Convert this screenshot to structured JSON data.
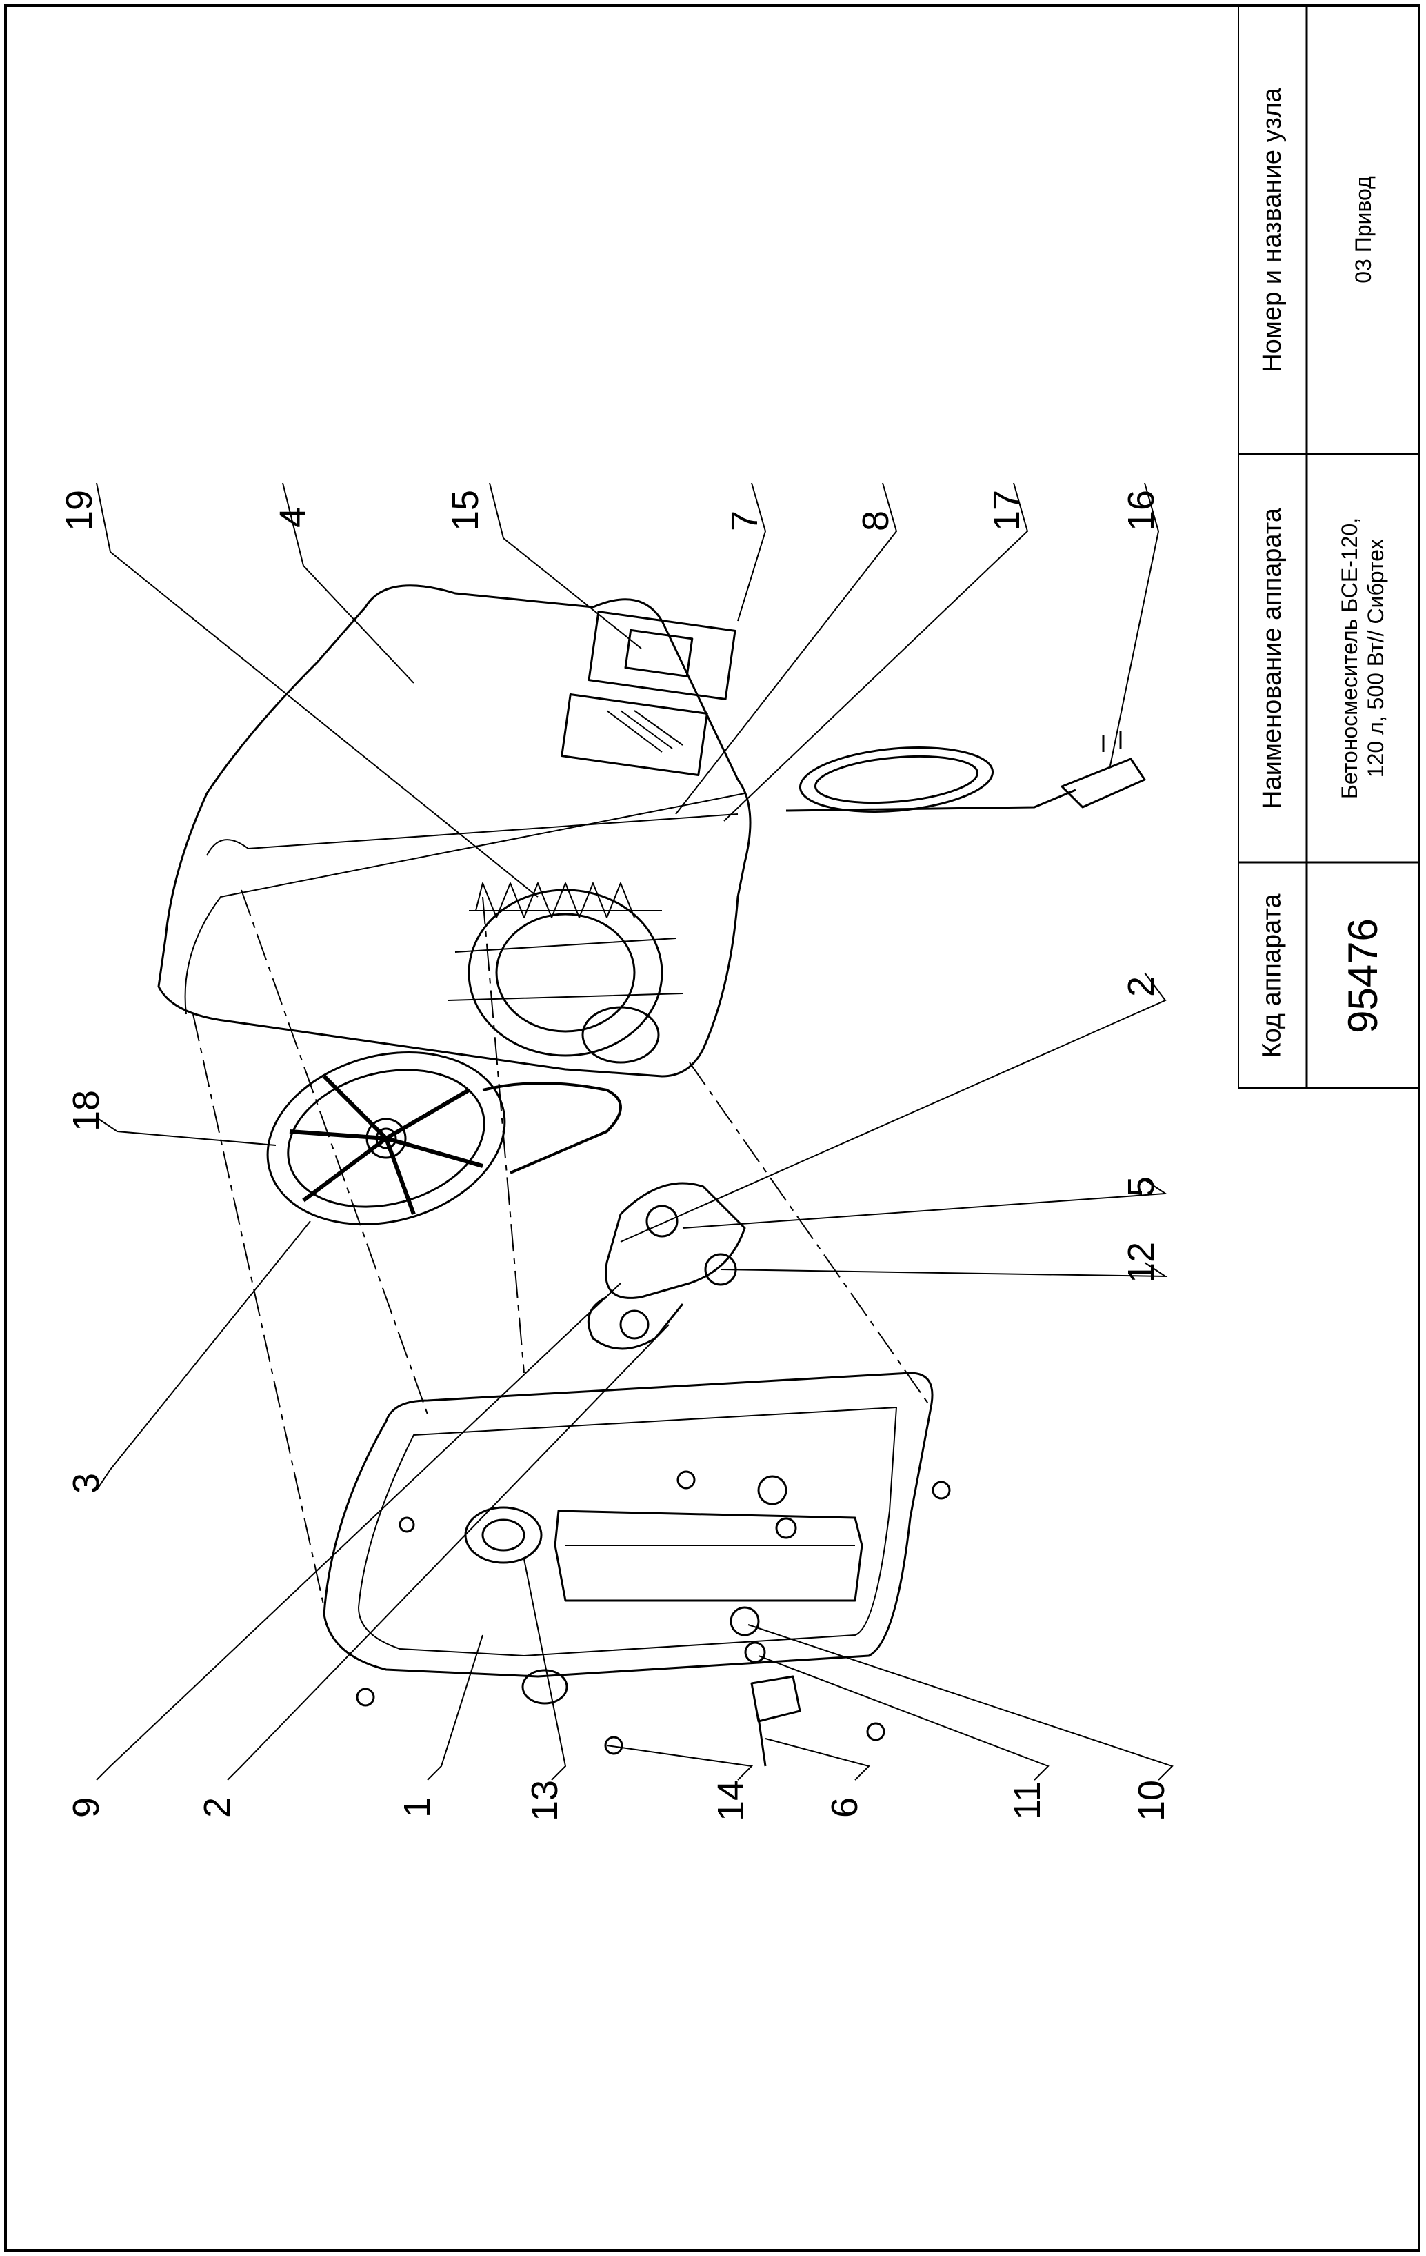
{
  "title_block": {
    "code_header": "Код аппарата",
    "code_value": "95476",
    "name_header": "Наименование аппарата",
    "name_value_line1": "Бетоносмеситель БСЕ-120,",
    "name_value_line2": "120 л, 500 Вт// Сибртех",
    "node_header": "Номер и название узла",
    "node_value": "03 Привод"
  },
  "callouts": [
    "19",
    "4",
    "15",
    "7",
    "8",
    "17",
    "16",
    "2",
    "5",
    "12",
    "18",
    "3",
    "9",
    "2",
    "1",
    "13",
    "14",
    "6",
    "11",
    "10"
  ]
}
